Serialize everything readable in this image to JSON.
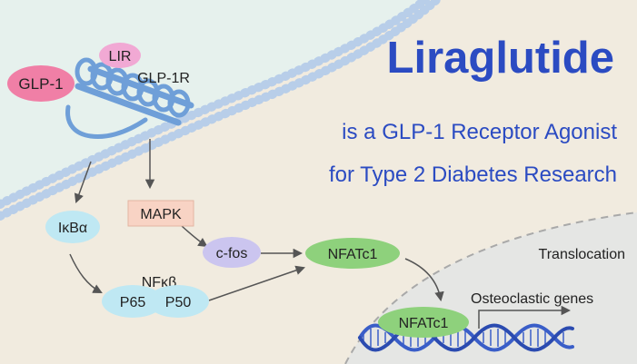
{
  "title": {
    "main": "Liraglutide",
    "line2": "is a GLP-1 Receptor Agonist",
    "line3": "for Type 2 Diabetes Research"
  },
  "nodes": {
    "lir": "LIR",
    "glp1": "GLP-1",
    "glp1r": "GLP-1R",
    "ikba": "IκBα",
    "mapk": "MAPK",
    "cfos": "c-fos",
    "nfatc1_cyto": "NFATc1",
    "nfkb": "NFκβ",
    "p65": "P65",
    "p50": "P50",
    "nfatc1_nuc": "NFATc1"
  },
  "labels": {
    "translocation": "Translocation",
    "osteoclastic_genes": "Osteoclastic genes"
  },
  "colors": {
    "title_blue": "#2b4bc2",
    "cytoplasm": "#f1ebdf",
    "extracellular": "#e6f1ed",
    "nucleus": "#e5e6e4",
    "receptor": "#6f9fd8",
    "lir_pink": "#f1a9d4",
    "glp1_pink": "#f07fa6",
    "ikba_cyan": "#bfe8f3",
    "mapk_peach": "#f8d3c4",
    "cfos_lilac": "#cbc5ef",
    "nfatc1_green": "#8ed17c",
    "dna_blue": "#3a5ec8"
  }
}
